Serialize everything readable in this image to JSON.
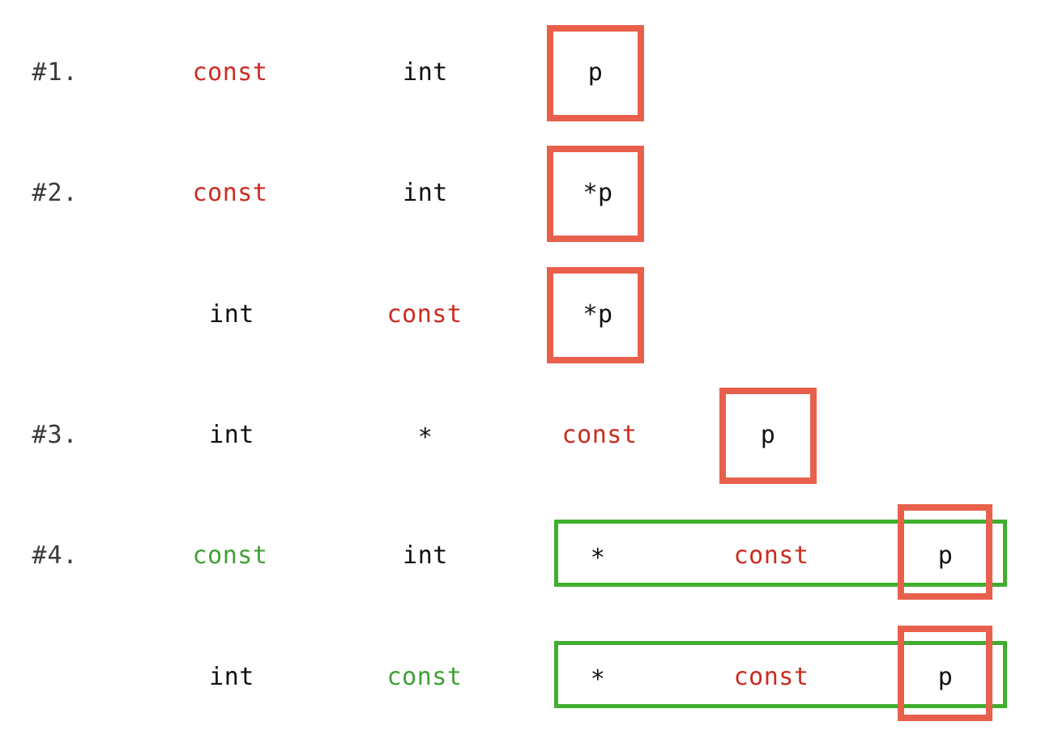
{
  "page": {
    "title": "const pointer declaration equivalences",
    "background": "#ffffff",
    "colors": {
      "box_red": "#E8604C",
      "box_green": "#3FAE2E",
      "text_red": "#CC2B20",
      "text_green": "#3FA134",
      "text_black": "#101010",
      "text_label": "#3a3a3a"
    }
  },
  "rows": [
    {
      "label": "#1.",
      "tokens": [
        {
          "text": "const",
          "color": "red"
        },
        {
          "text": "int",
          "color": "black"
        },
        {
          "text": "p",
          "color": "black"
        }
      ],
      "boxed": "p"
    },
    {
      "label": "#2.",
      "tokens": [
        {
          "text": "const",
          "color": "red"
        },
        {
          "text": "int",
          "color": "black"
        },
        {
          "text": "*p",
          "color": "black"
        }
      ],
      "boxed": "*p"
    },
    {
      "label": "",
      "tokens": [
        {
          "text": "int",
          "color": "black"
        },
        {
          "text": "const",
          "color": "red"
        },
        {
          "text": "*p",
          "color": "black"
        }
      ],
      "boxed": "*p"
    },
    {
      "label": "#3.",
      "tokens": [
        {
          "text": "int",
          "color": "black"
        },
        {
          "text": "*",
          "color": "black"
        },
        {
          "text": "const",
          "color": "red"
        },
        {
          "text": "p",
          "color": "black"
        }
      ],
      "boxed": "p"
    },
    {
      "label": "#4.",
      "tokens": [
        {
          "text": "const",
          "color": "green"
        },
        {
          "text": "int",
          "color": "black"
        },
        {
          "text": "*",
          "color": "black"
        },
        {
          "text": "const",
          "color": "red"
        },
        {
          "text": "p",
          "color": "black"
        }
      ],
      "boxed": "p"
    },
    {
      "label": "",
      "tokens": [
        {
          "text": "int",
          "color": "black"
        },
        {
          "text": "const",
          "color": "green"
        },
        {
          "text": "*",
          "color": "black"
        },
        {
          "text": "const",
          "color": "red"
        },
        {
          "text": "p",
          "color": "black"
        }
      ],
      "boxed": "p"
    }
  ],
  "r1": {
    "label": "#1.",
    "t1": "const",
    "t2": "int",
    "t3": "p"
  },
  "r2": {
    "label": "#2.",
    "t1": "const",
    "t2": "int",
    "t3": "*p"
  },
  "r3": {
    "label": "",
    "t1": "int",
    "t2": "const",
    "t3": "*p"
  },
  "r4": {
    "label": "#3.",
    "t1": "int",
    "t2": "*",
    "t3": "const",
    "t4": "p"
  },
  "r5": {
    "label": "#4.",
    "t1": "const",
    "t2": "int",
    "t3": "*",
    "t4": "const",
    "t5": "p"
  },
  "r6": {
    "label": "",
    "t1": "int",
    "t2": "const",
    "t3": "*",
    "t4": "const",
    "t5": "p"
  }
}
